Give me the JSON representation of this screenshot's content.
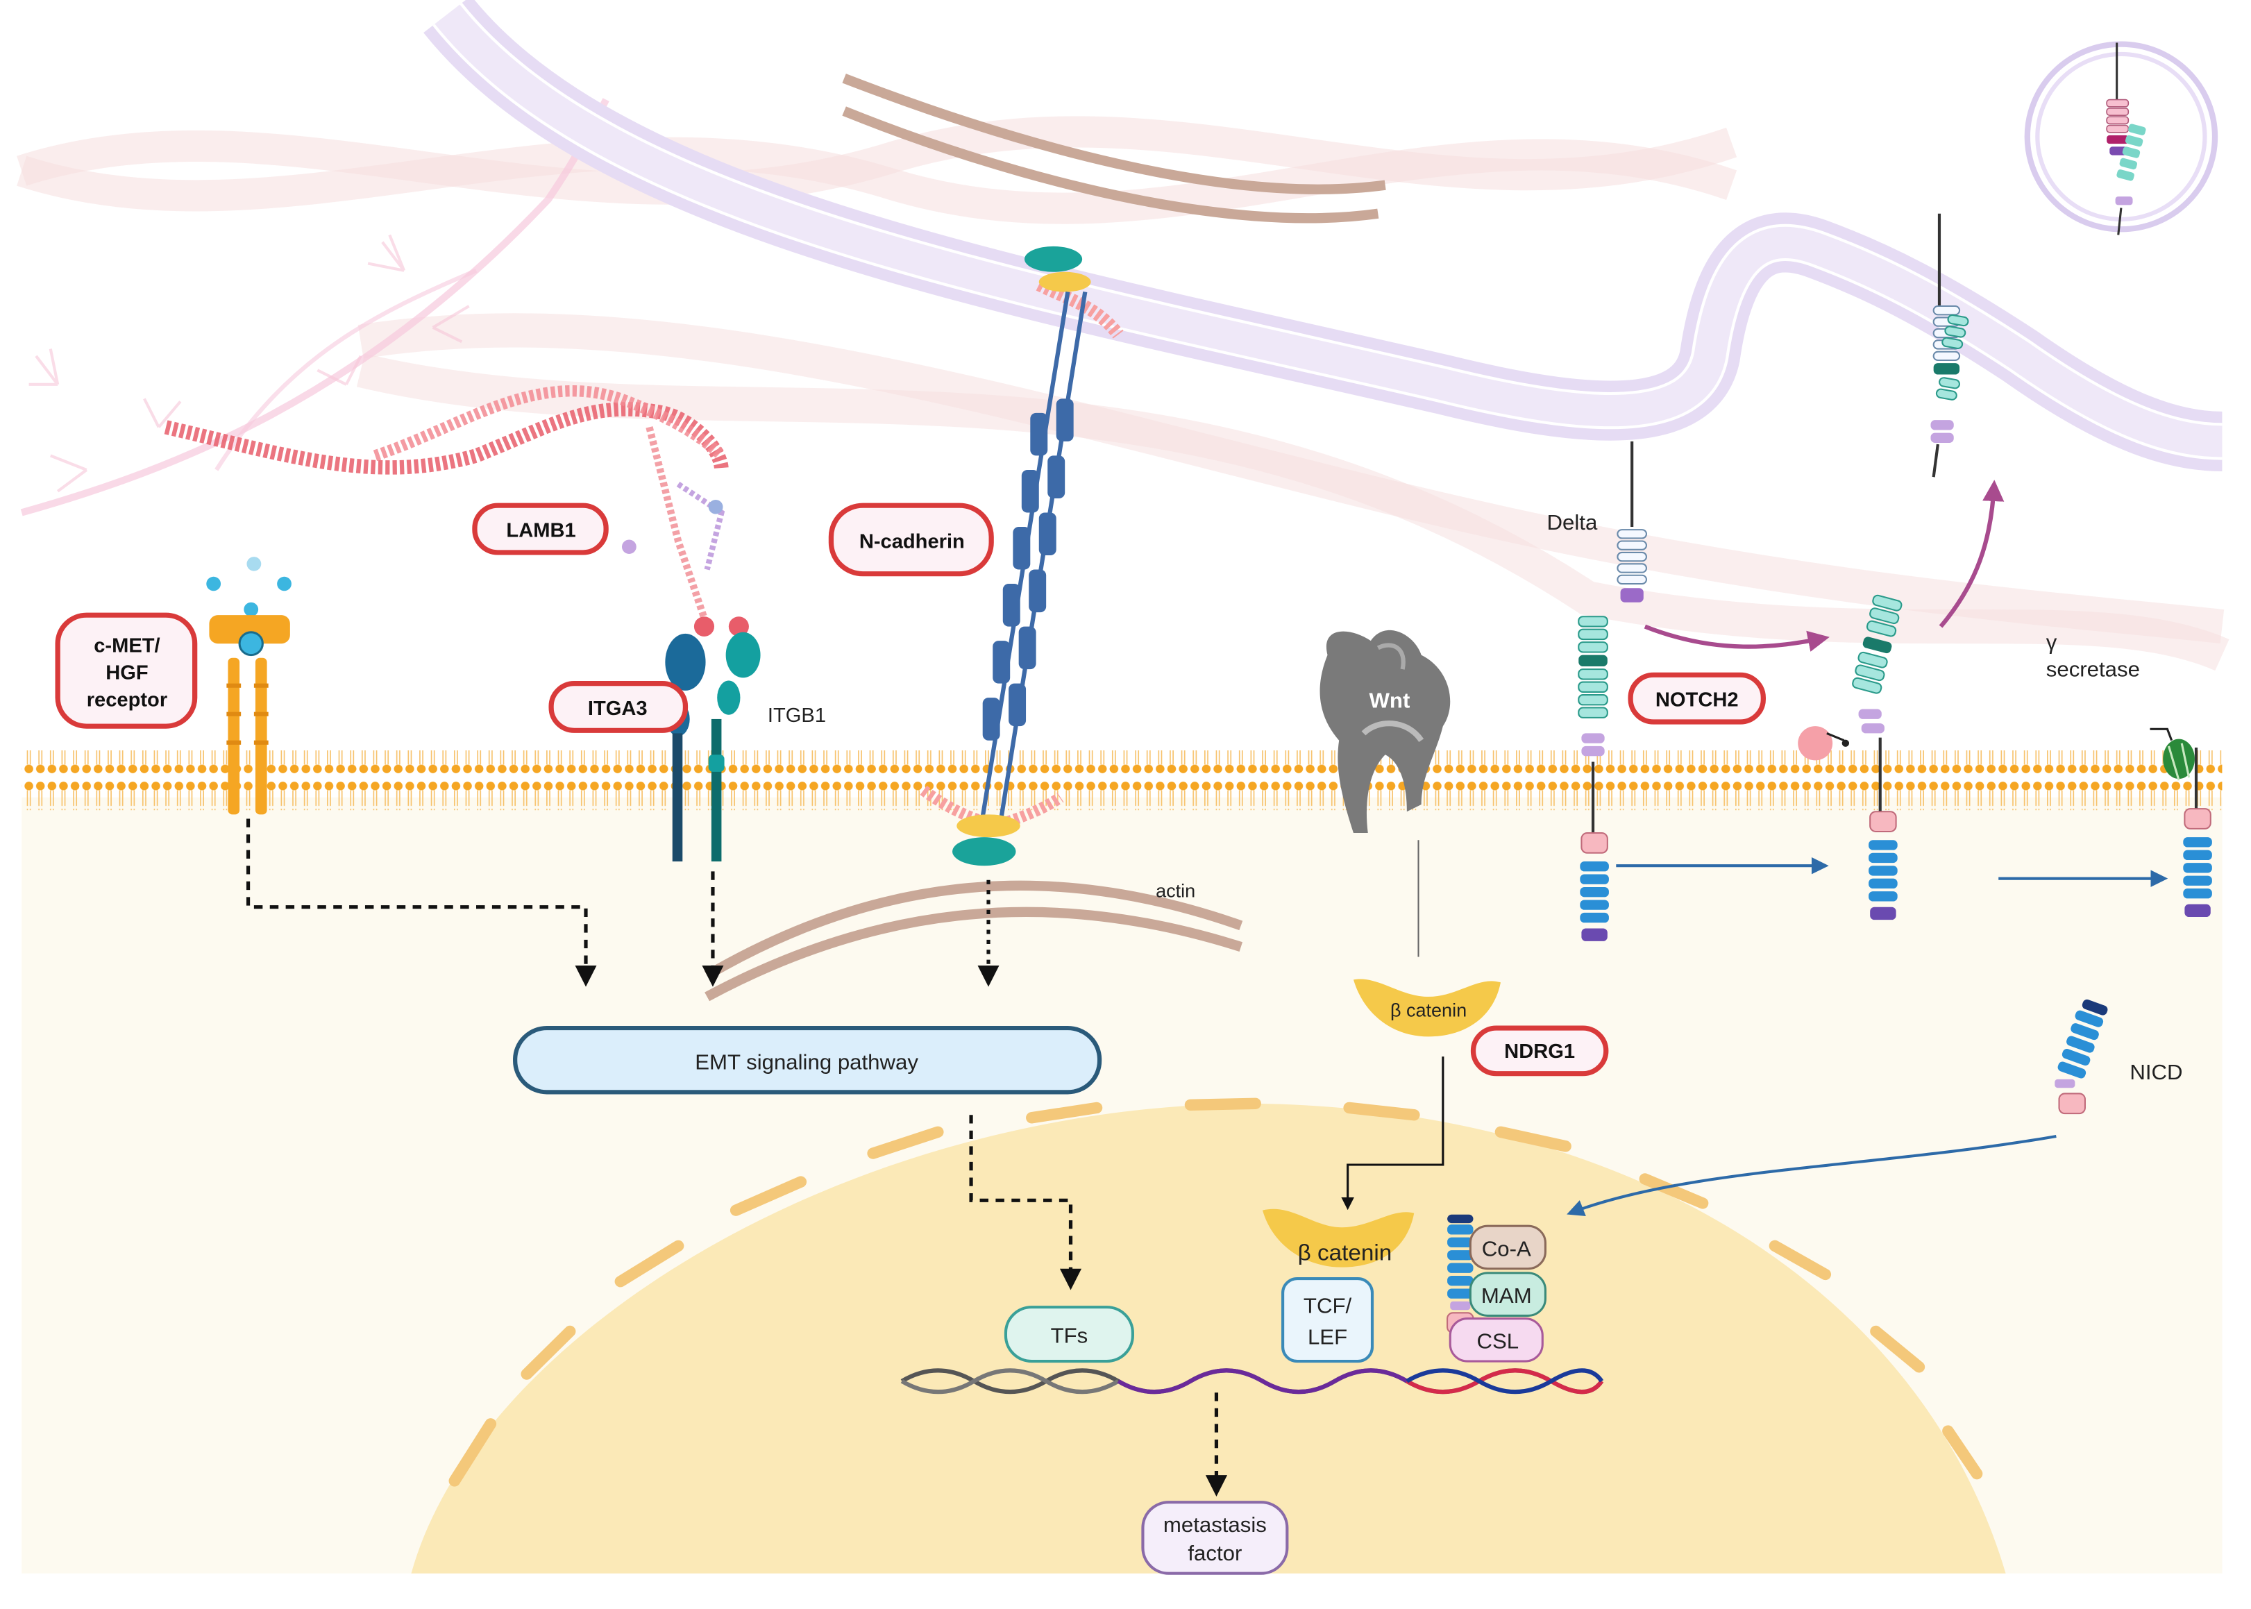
{
  "labels": {
    "cmet": [
      "c-MET/",
      "HGF",
      "receptor"
    ],
    "lamb1": "LAMB1",
    "itga3": "ITGA3",
    "itgb1": "ITGB1",
    "ncadherin": "N-cadherin",
    "wnt": "Wnt",
    "delta": "Delta",
    "notch2": "NOTCH2",
    "gamma": "γ",
    "secretase": "secretase",
    "actin": "actin",
    "beta_catenin_cyto": "β catenin",
    "ndrg1": "NDRG1",
    "emt": "EMT signaling pathway",
    "nicd": "NICD",
    "tfs": "TFs",
    "beta_catenin_nuc": "β catenin",
    "tcf": [
      "TCF/",
      "LEF"
    ],
    "coa": "Co-A",
    "mam": "MAM",
    "csl": "CSL",
    "metastasis": [
      "metastasis",
      "factor"
    ]
  },
  "colors": {
    "highlight_border": "#d93a3a",
    "highlight_fill": "#fdf2f6",
    "membrane": "#f5a623",
    "cytoplasm": "#fdfaf0",
    "nucleus": "#fbe9b7",
    "nucleus_border": "#f4c87a",
    "emt_box": "#dbeefb",
    "emt_border": "#2a5a7a",
    "notch_arrow": "#a84b8e",
    "signal_arrow": "#2d6aa8",
    "ncadherin_domain": "#3d6aa8",
    "laminin": "#e85d6a"
  }
}
